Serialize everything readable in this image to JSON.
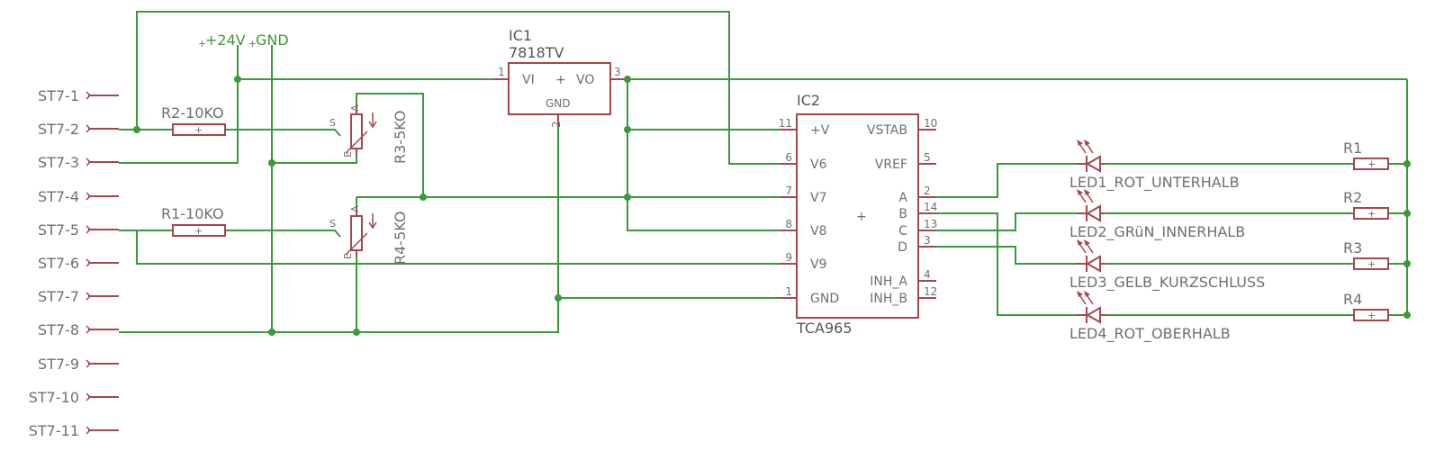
{
  "connector": {
    "pins": [
      "ST7-1",
      "ST7-2",
      "ST7-3",
      "ST7-4",
      "ST7-5",
      "ST7-6",
      "ST7-7",
      "ST7-8",
      "ST7-9",
      "ST7-10",
      "ST7-11"
    ]
  },
  "power": {
    "v24": "+24V",
    "gnd": "GND"
  },
  "ic1": {
    "name": "IC1",
    "value": "7818TV",
    "vi": "VI",
    "vo": "VO",
    "gnd": "GND",
    "pin1": "1",
    "pin2": "2",
    "pin3": "3"
  },
  "ic2": {
    "name": "IC2",
    "value": "TCA965",
    "left_pins": [
      {
        "num": "11",
        "label": "+V"
      },
      {
        "num": "6",
        "label": "V6"
      },
      {
        "num": "7",
        "label": "V7"
      },
      {
        "num": "8",
        "label": "V8"
      },
      {
        "num": "9",
        "label": "V9"
      },
      {
        "num": "1",
        "label": "GND"
      }
    ],
    "right_pins": [
      {
        "num": "10",
        "label": "VSTAB"
      },
      {
        "num": "5",
        "label": "VREF"
      },
      {
        "num": "2",
        "label": "A"
      },
      {
        "num": "14",
        "label": "B"
      },
      {
        "num": "13",
        "label": "C"
      },
      {
        "num": "3",
        "label": "D"
      },
      {
        "num": "4",
        "label": "INH_A"
      },
      {
        "num": "12",
        "label": "INH_B"
      }
    ]
  },
  "resistors": {
    "r2": "R2-10KO",
    "r1": "R1-10KO"
  },
  "pots": {
    "r3": "R3-5KO",
    "r4": "R4-5KO",
    "s": "S",
    "a": "A",
    "e": "E"
  },
  "leds": [
    "LED1_ROT_UNTERHALB",
    "LED2_GRüN_INNERHALB",
    "LED3_GELB_KURZSCHLUSS",
    "LED4_ROT_OBERHALB"
  ],
  "led_resistors": [
    "R1",
    "R2",
    "R3",
    "R4"
  ]
}
